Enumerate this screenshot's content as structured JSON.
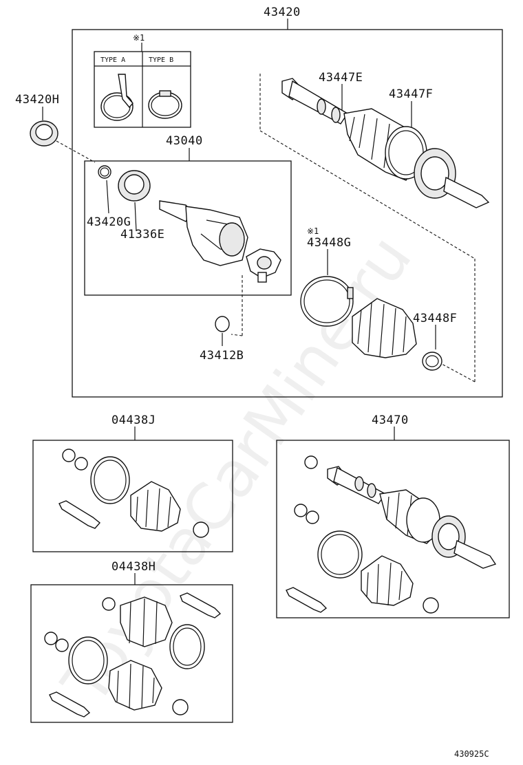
{
  "labels": {
    "assembly_main": "43420",
    "seal": "43420H",
    "joint_kit": "43040",
    "snap_ring_g": "43420G",
    "dust_seal": "41336E",
    "snap_ring_b": "43412B",
    "outer_joint_boot": "43447E",
    "outer_clamp": "43447F",
    "inner_clamp_big": "43448G",
    "inner_clamp_small": "43448F",
    "boot_kit_j": "04438J",
    "boot_kit_h": "04438H",
    "shaft_assembly": "43470",
    "note_mark_1": "※1",
    "note_mark_2": "※1",
    "type_a": "TYPE  A",
    "type_b": "TYPE  B"
  },
  "footer": {
    "code": "430925C"
  },
  "watermark": "ToyotaCarMine.ru"
}
